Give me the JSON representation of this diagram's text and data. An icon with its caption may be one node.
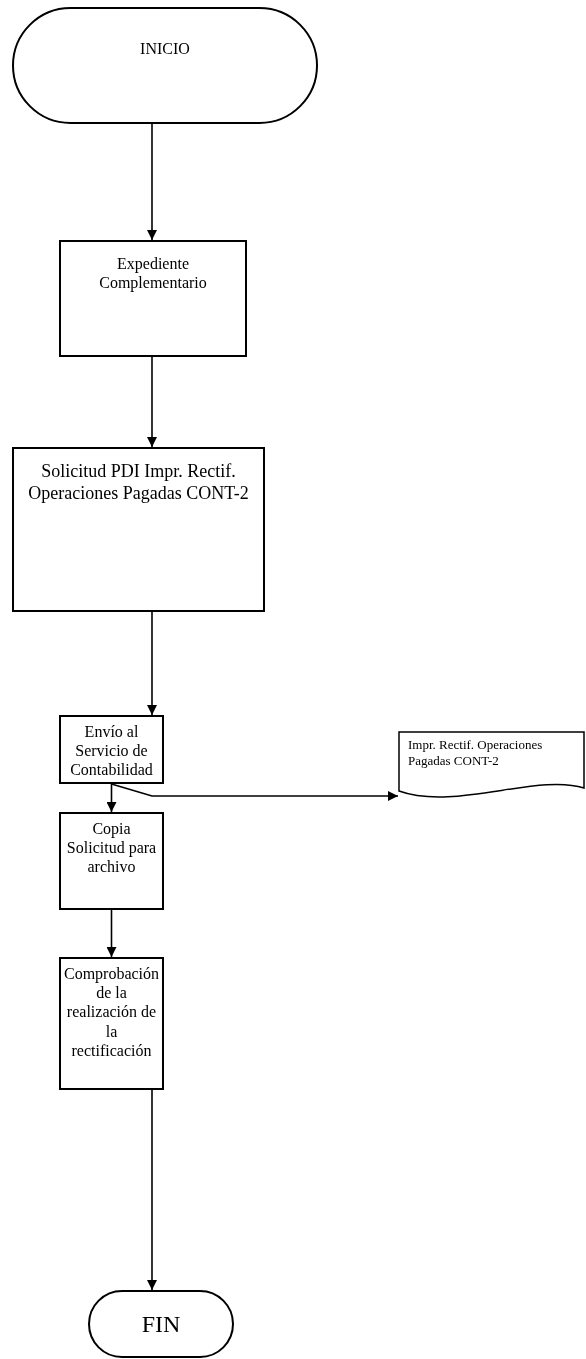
{
  "diagram": {
    "nodes": [
      {
        "text": [
          "INICIO"
        ]
      },
      {
        "text": [
          "Expediente Complementario"
        ]
      },
      {
        "text": [
          "Solicitud PDI Impr. Rectif. Operaciones Pagadas CONT-2"
        ]
      },
      {
        "text": [
          "Envío al Servicio de Contabilidad"
        ]
      },
      {
        "text": [
          "Copia Solicitud para archivo"
        ]
      },
      {
        "text": [
          "Comprobación de la realización de la rectificación"
        ]
      },
      {
        "text": [
          "FIN"
        ]
      },
      {
        "text": [
          "Impr. Rectif. Operaciones Pagadas CONT-2"
        ]
      }
    ],
    "edges": [
      {
        "from": 0,
        "to": 1,
        "arrow": "to"
      },
      {
        "from": 1,
        "to": 2,
        "arrow": "to"
      },
      {
        "from": 2,
        "to": 3,
        "arrow": "to"
      },
      {
        "from": 3,
        "to": 4,
        "arrow": "to"
      },
      {
        "from": 3,
        "to": 7,
        "arrow": "to"
      },
      {
        "from": 4,
        "to": 5,
        "arrow": "to"
      },
      {
        "from": 5,
        "to": 6,
        "arrow": "to"
      }
    ]
  }
}
